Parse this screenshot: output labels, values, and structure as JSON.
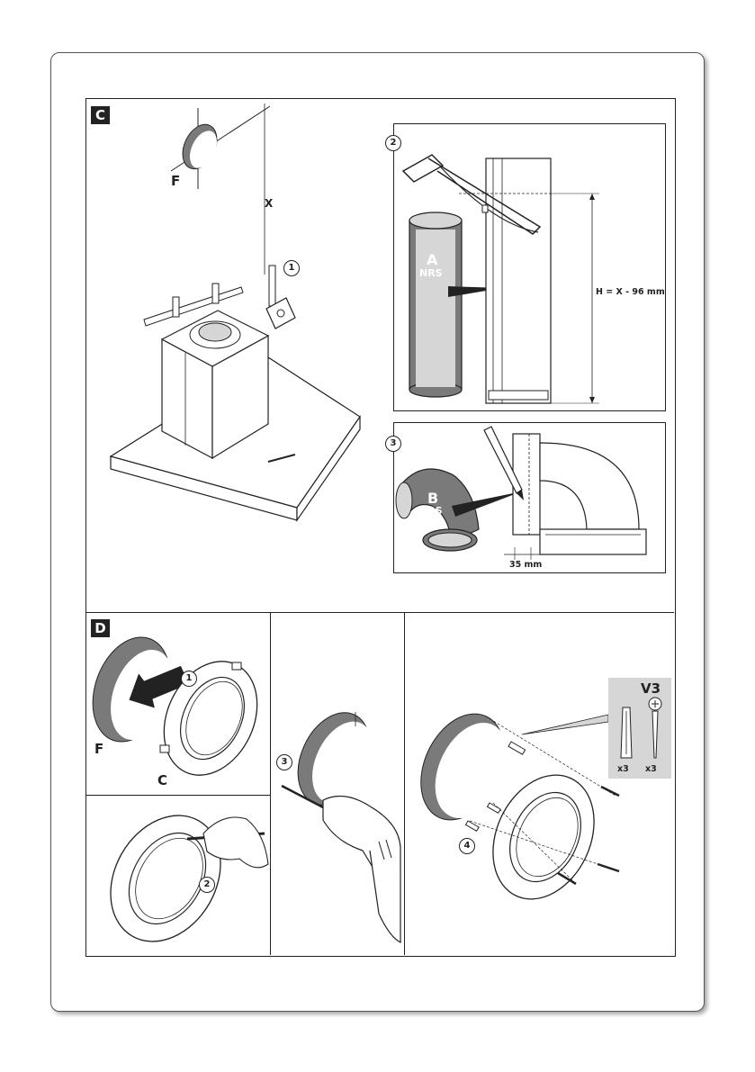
{
  "sections": {
    "c": {
      "badge": "C"
    },
    "d": {
      "badge": "D"
    }
  },
  "section_c": {
    "ceiling_hole_label": "F",
    "distance_label": "X",
    "step_1": "1",
    "step_2": "2",
    "step_3": "3",
    "pipe_a": {
      "letter": "A",
      "code": "NRS"
    },
    "height_formula": "H = X - 96 mm",
    "elbow_b": {
      "letter": "B",
      "code": "NRS"
    },
    "cut_offset": "35 mm"
  },
  "section_d": {
    "hole_label": "F",
    "flange_label": "C",
    "step_1": "1",
    "step_2": "2",
    "step_3": "3",
    "step_4": "4",
    "kit": {
      "code": "V3",
      "plug_qty": "x3",
      "screw_qty": "x3"
    }
  },
  "colors": {
    "ink": "#222222",
    "shade": "#7a7a7a",
    "light": "#d6d6d6"
  },
  "icons": [
    "ceiling-hole-icon",
    "hood-icon",
    "spirit-level-icon",
    "hacksaw-icon",
    "pipe-icon",
    "elbow-icon",
    "cutter-icon",
    "flange-ring-icon",
    "pencil-hand-icon",
    "drill-icon",
    "wall-plug-icon",
    "screw-icon"
  ]
}
